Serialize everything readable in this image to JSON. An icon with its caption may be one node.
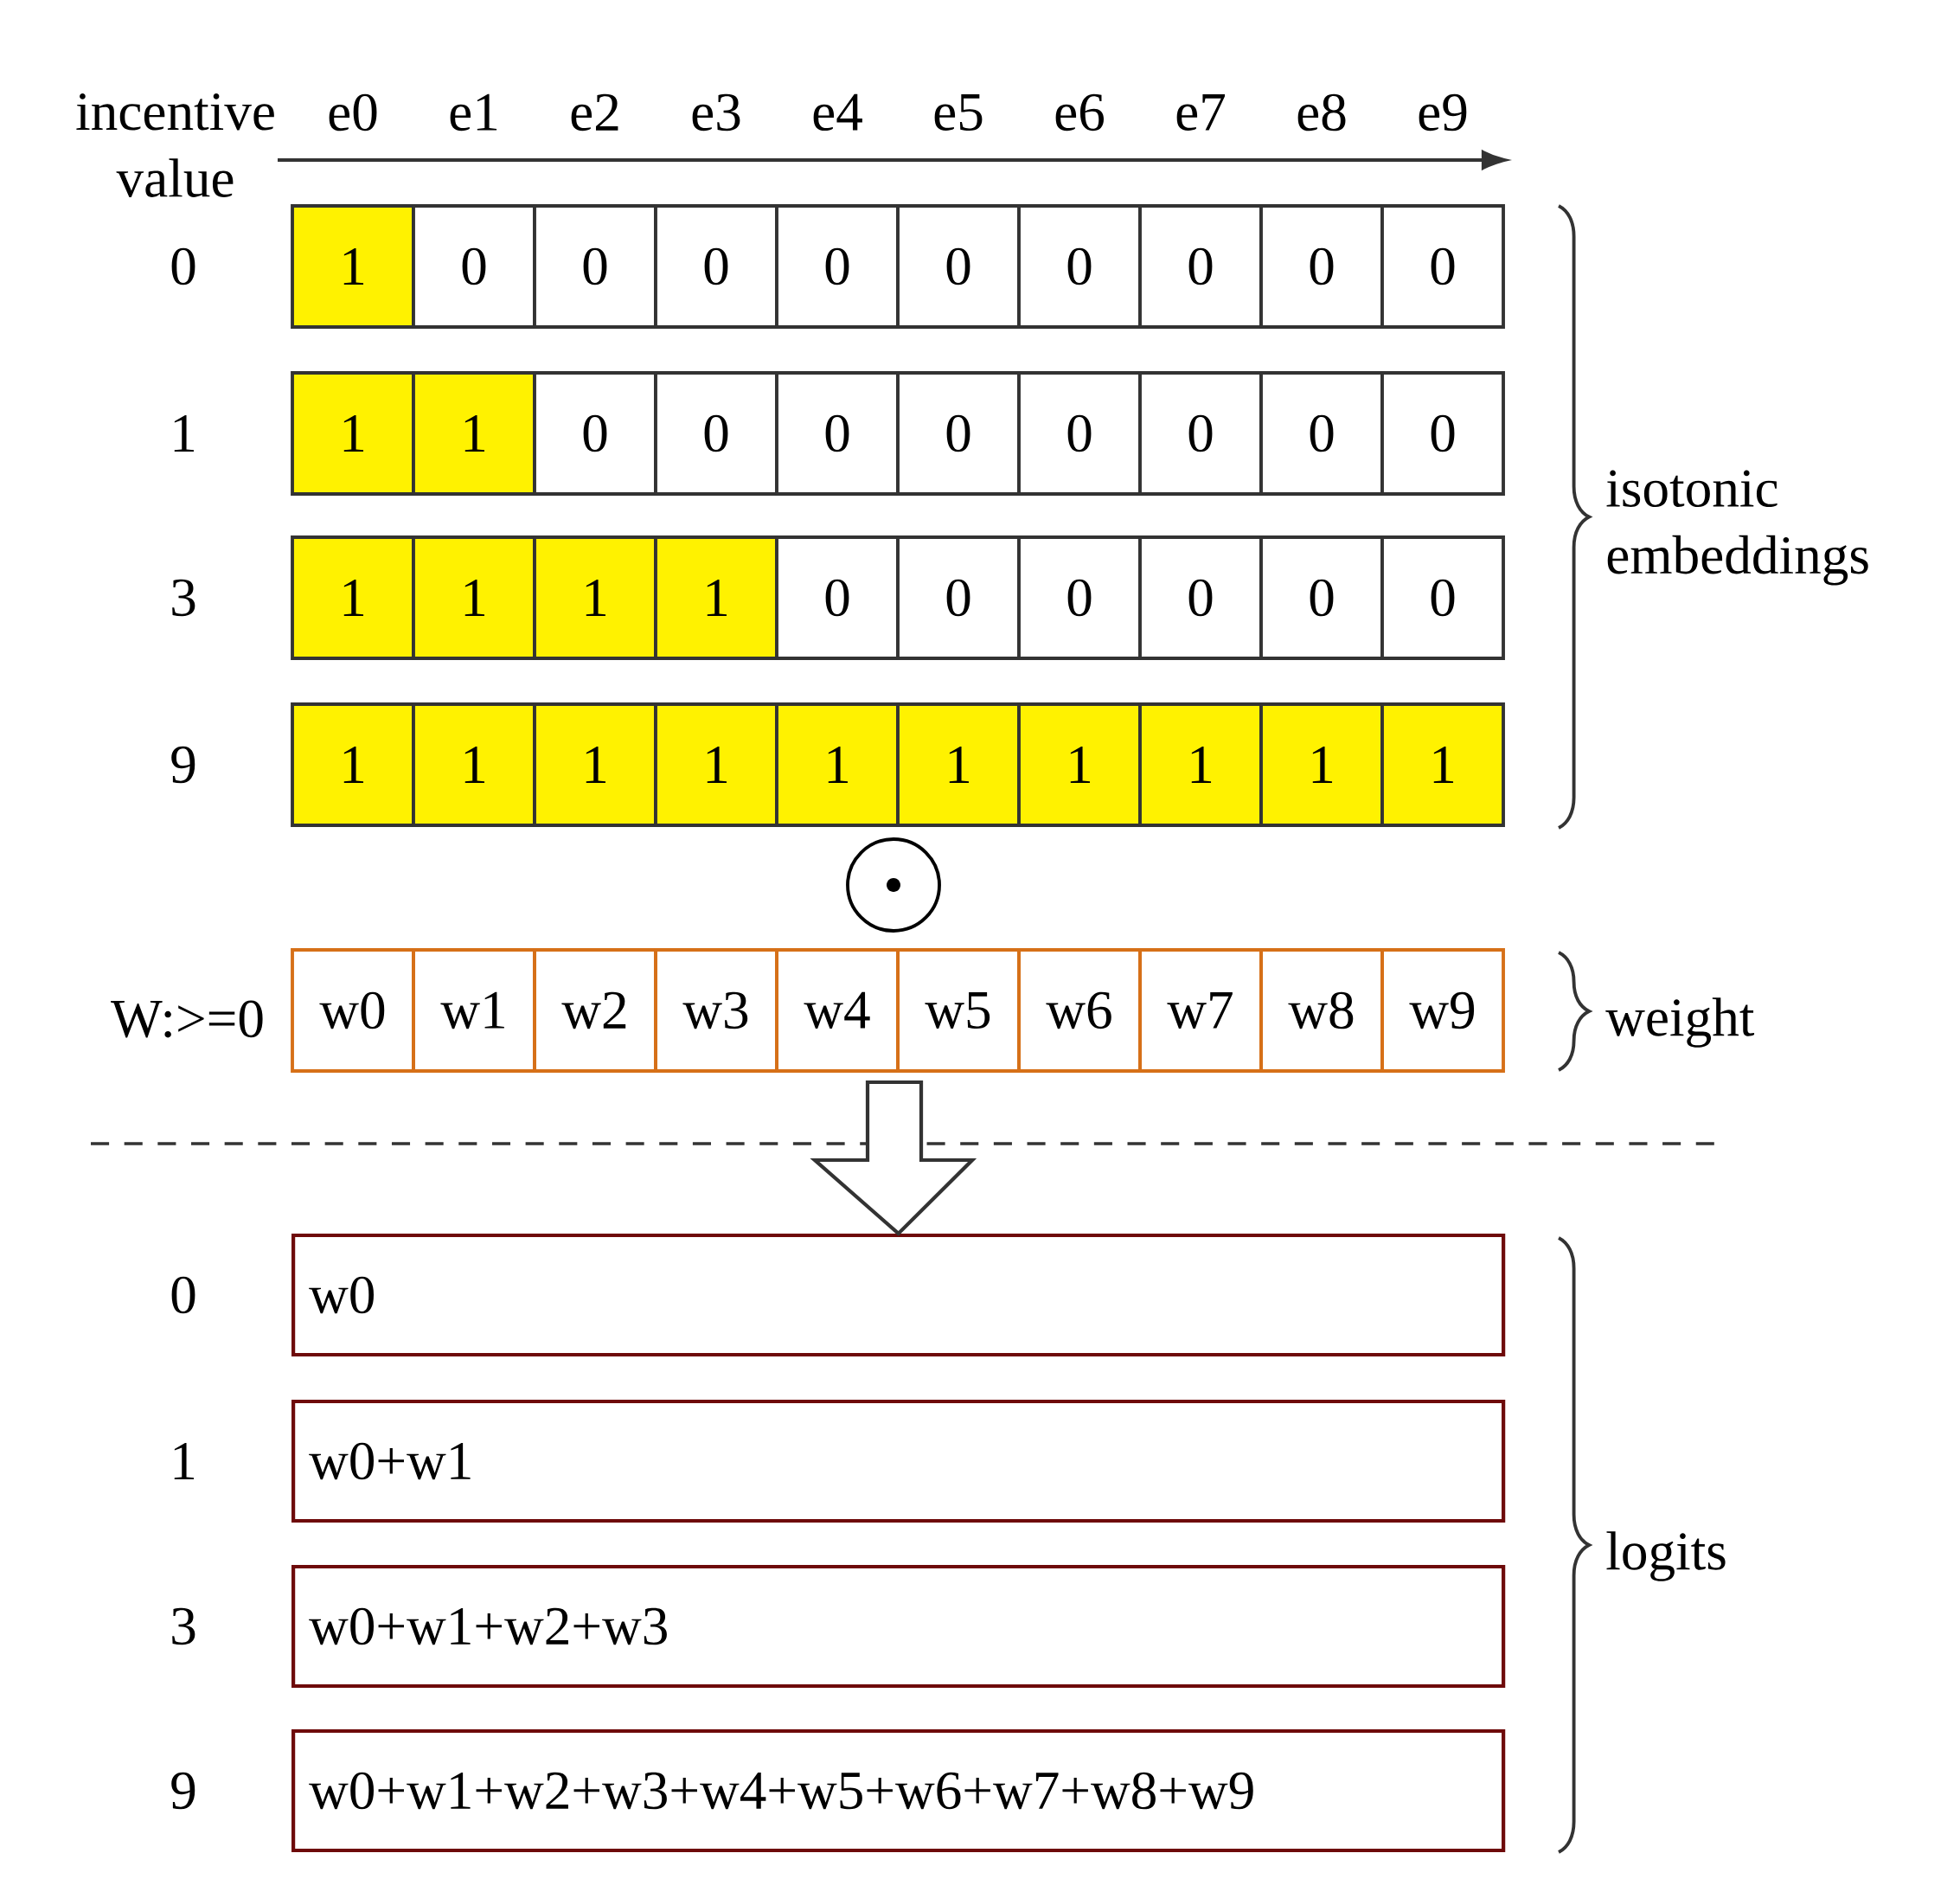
{
  "diagram": {
    "nodes": [
      {
        "text": [
          "1"
        ]
      },
      {
        "text": [
          "0"
        ]
      },
      {
        "text": [
          "0"
        ]
      },
      {
        "text": [
          "0"
        ]
      },
      {
        "text": [
          "0"
        ]
      },
      {
        "text": [
          "0"
        ]
      },
      {
        "text": [
          "0"
        ]
      },
      {
        "text": [
          "0"
        ]
      },
      {
        "text": [
          "0"
        ]
      },
      {
        "text": [
          "0"
        ]
      },
      {
        "text": [
          "1"
        ]
      },
      {
        "text": [
          "1"
        ]
      },
      {
        "text": [
          "0"
        ]
      },
      {
        "text": [
          "0"
        ]
      },
      {
        "text": [
          "0"
        ]
      },
      {
        "text": [
          "0"
        ]
      },
      {
        "text": [
          "0"
        ]
      },
      {
        "text": [
          "0"
        ]
      },
      {
        "text": [
          "0"
        ]
      },
      {
        "text": [
          "0"
        ]
      },
      {
        "text": [
          "1"
        ]
      },
      {
        "text": [
          "1"
        ]
      },
      {
        "text": [
          "1"
        ]
      },
      {
        "text": [
          "1"
        ]
      },
      {
        "text": [
          "0"
        ]
      },
      {
        "text": [
          "0"
        ]
      },
      {
        "text": [
          "0"
        ]
      },
      {
        "text": [
          "0"
        ]
      },
      {
        "text": [
          "0"
        ]
      },
      {
        "text": [
          "0"
        ]
      },
      {
        "text": [
          "1"
        ]
      },
      {
        "text": [
          "1"
        ]
      },
      {
        "text": [
          "1"
        ]
      },
      {
        "text": [
          "1"
        ]
      },
      {
        "text": [
          "1"
        ]
      },
      {
        "text": [
          "1"
        ]
      },
      {
        "text": [
          "1"
        ]
      },
      {
        "text": [
          "1"
        ]
      },
      {
        "text": [
          "1"
        ]
      },
      {
        "text": [
          "1"
        ]
      },
      {
        "text": [],
        "shape": "circle"
      },
      {
        "text": [
          "w0"
        ]
      },
      {
        "text": [
          "w1"
        ]
      },
      {
        "text": [
          "w2"
        ]
      },
      {
        "text": [
          "w3"
        ]
      },
      {
        "text": [
          "w4"
        ]
      },
      {
        "text": [
          "w5"
        ]
      },
      {
        "text": [
          "w6"
        ]
      },
      {
        "text": [
          "w7"
        ]
      },
      {
        "text": [
          "w8"
        ]
      },
      {
        "text": [
          "w9"
        ]
      },
      {
        "text": [
          "w0"
        ]
      },
      {
        "text": [
          "w0+w1"
        ]
      },
      {
        "text": [
          "w0+w1+w2+w3"
        ]
      },
      {
        "text": [
          "w0+w1+w2+w3+w4+w5+w6+w7+w8+w9"
        ]
      }
    ],
    "edges": [
      {
        "from": null,
        "to": 51,
        "arrow": "to"
      }
    ],
    "labels": [
      "incentive value",
      "e0",
      "e1",
      "e2",
      "e3",
      "e4",
      "e5",
      "e6",
      "e7",
      "e8",
      "e9",
      "0",
      "1",
      "3",
      "9",
      "isotonic embeddings",
      "W:>=0",
      "weight",
      "0",
      "1",
      "3",
      "9",
      "logits"
    ]
  }
}
